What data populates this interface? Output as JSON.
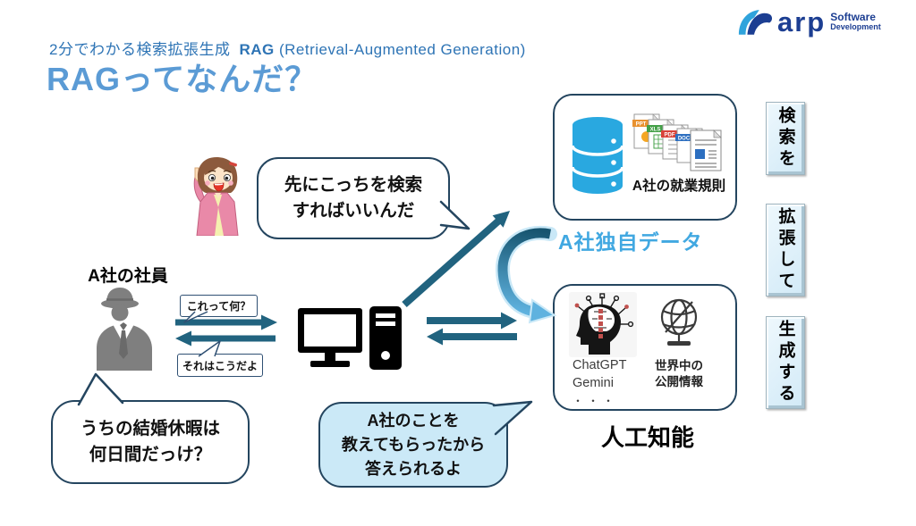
{
  "slide": {
    "subtitle": {
      "prefix": "2分でわかる検索拡張生成",
      "acronym": "RAG",
      "rest": " (Retrieval-Augmented Generation)"
    },
    "title": "RAGってなんだ？"
  },
  "logo": {
    "brand": "arp",
    "sub1": "Software",
    "sub2": "Development"
  },
  "employee": {
    "label": "A社の社員",
    "ask": "これって何？",
    "reply": "それはこうだよ"
  },
  "bubbles": {
    "hint": {
      "lines": [
        "先にこっちを検索",
        "すればいいんだ"
      ]
    },
    "question": {
      "lines": [
        "うちの結婚休暇は",
        "何日間だっけ？"
      ]
    },
    "answer": {
      "lines": [
        "A社のことを",
        "教えてもらったから",
        "答えられるよ"
      ]
    }
  },
  "database_box": {
    "label": "A社の就業規則",
    "file_tags": [
      "PPT",
      "XLS",
      "PDF",
      "DOC"
    ]
  },
  "own_data_label": "A社独自データ",
  "ai_box": {
    "services": [
      "ChatGPT",
      "Gemini",
      "・・・"
    ],
    "world": [
      "世界中の",
      "公開情報"
    ],
    "caption": "人工知能"
  },
  "steps": [
    "検索を",
    "拡張して",
    "生成する"
  ],
  "colors": {
    "deep_blue": "#2E74B5",
    "accent_blue": "#5B9BD5",
    "light_blue": "#41A8E1",
    "teal_arrow": "#21637F",
    "navy_border": "#24455F",
    "bubble_fill": "#CBE9F7",
    "db_blue": "#29A8E0"
  }
}
